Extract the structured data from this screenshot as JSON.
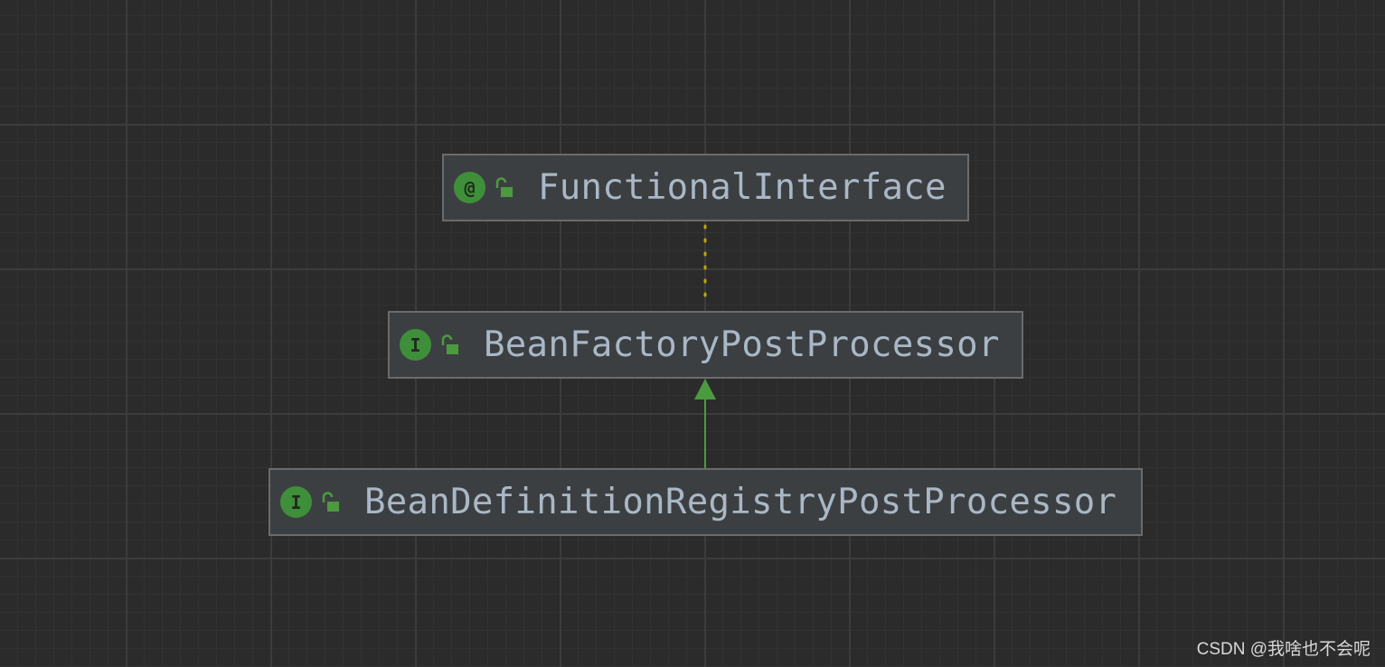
{
  "diagram": {
    "nodes": [
      {
        "id": "functional-interface",
        "label": "FunctionalInterface",
        "kind_icon_text": "@",
        "kind": "annotation",
        "icon": "annotation-icon"
      },
      {
        "id": "bean-factory-post-processor",
        "label": "BeanFactoryPostProcessor",
        "kind_icon_text": "I",
        "kind": "interface",
        "icon": "interface-icon"
      },
      {
        "id": "bean-definition-registry-post-processor",
        "label": "BeanDefinitionRegistryPostProcessor",
        "kind_icon_text": "I",
        "kind": "interface",
        "icon": "interface-icon"
      }
    ],
    "edges": [
      {
        "from": "bean-factory-post-processor",
        "to": "functional-interface",
        "style": "dotted",
        "meaning": "annotated-with",
        "color": "#c3a502"
      },
      {
        "from": "bean-definition-registry-post-processor",
        "to": "bean-factory-post-processor",
        "style": "solid-arrow",
        "meaning": "extends",
        "color": "#4c9a3f"
      }
    ]
  },
  "colors": {
    "background": "#2b2b2b",
    "node_fill": "#3c3f41",
    "node_border": "#6b6b6b",
    "label_text": "#a9b7c6",
    "icon_green": "#3f8f3a"
  },
  "watermark": "CSDN @我啥也不会呢"
}
